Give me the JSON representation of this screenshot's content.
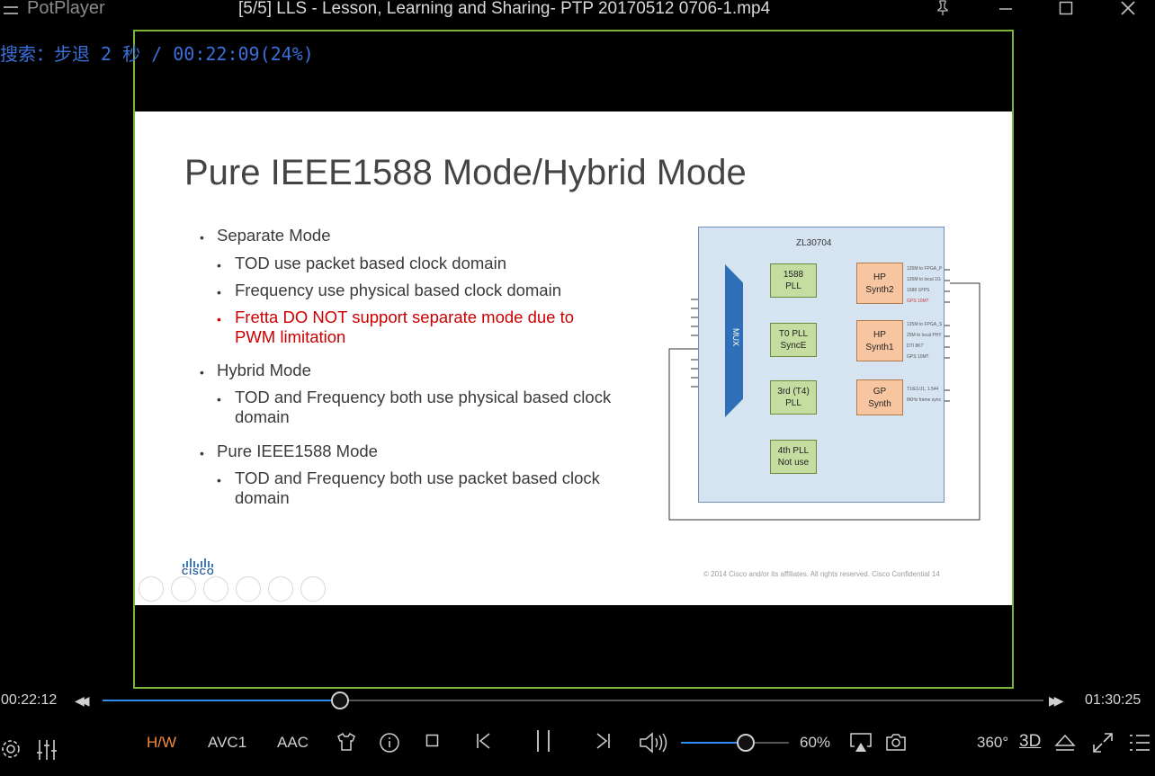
{
  "window": {
    "app_name": "PotPlayer",
    "title": "[5/5] LLS - Lesson, Learning and Sharing- PTP 20170512 0706-1.mp4"
  },
  "osd": {
    "text": "搜索：步退 2 秒 / 00:22:09(24%)"
  },
  "slide": {
    "title": "Pure IEEE1588 Mode/Hybrid Mode",
    "bullets": [
      {
        "level": 1,
        "text": "Separate Mode"
      },
      {
        "level": 2,
        "text": "TOD use packet based clock domain"
      },
      {
        "level": 2,
        "text": "Frequency use physical based clock domain"
      },
      {
        "level": 2,
        "text": "Fretta DO NOT support separate mode due to",
        "color": "#cc0000"
      },
      {
        "level": 2,
        "text": "PWM limitation",
        "color": "#cc0000",
        "continuation": true
      },
      {
        "level": 1,
        "text": "Hybrid Mode"
      },
      {
        "level": 2,
        "text": "TOD and Frequency both use physical based clock"
      },
      {
        "level": 2,
        "text": "domain",
        "continuation": true
      },
      {
        "level": 1,
        "text": "Pure IEEE1588 Mode"
      },
      {
        "level": 2,
        "text": "TOD and Frequency both use packet based clock"
      },
      {
        "level": 2,
        "text": "domain",
        "continuation": true
      }
    ],
    "logo_text": "CISCO",
    "footer": "© 2014  Cisco and/or its affiliates. All rights reserved.    Cisco Confidential       14",
    "diagram": {
      "chip_label": "ZL30704",
      "mux_label": "MUX",
      "plls": [
        {
          "line1": "1588",
          "line2": "PLL"
        },
        {
          "line1": "T0 PLL",
          "line2": "SyncE"
        },
        {
          "line1": "3rd (T4)",
          "line2": "PLL"
        },
        {
          "line1": "4th PLL",
          "line2": "Not use"
        }
      ],
      "synths": [
        {
          "line1": "HP",
          "line2": "Synth2"
        },
        {
          "line1": "HP",
          "line2": "Synth1"
        },
        {
          "line1": "GP",
          "line2": "Synth"
        }
      ],
      "outputs": [
        [
          "125M to FPGA_P",
          "125M to local 1G",
          "1588 1PPS",
          "GPS 10M?"
        ],
        [
          "125M to FPGA_S",
          "25M to local PHY",
          "DTI 8K?",
          "GPS 10M?"
        ],
        [
          "T1/E1/J1, 1.544",
          "8KHz frame sync"
        ]
      ]
    }
  },
  "controls": {
    "elapsed": "00:22:12",
    "total": "01:30:25",
    "progress_fraction": 0.252,
    "hw_label": "H/W",
    "video_codec": "AVC1",
    "audio_codec": "AAC",
    "volume_percent": "60%",
    "volume_fraction": 0.6,
    "vr_label": "360°",
    "three_d_label": "3D"
  },
  "colors": {
    "accent": "#2f8df0",
    "frame": "#7ab53a",
    "hw": "#f08a3c",
    "osd": "#3b6fd8"
  }
}
